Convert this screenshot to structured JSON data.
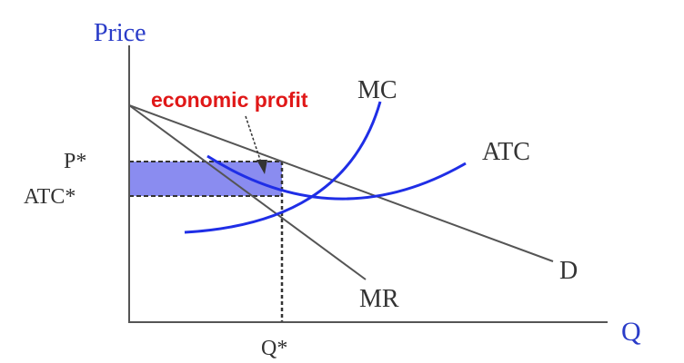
{
  "labels": {
    "price_axis": "Price",
    "quantity_axis": "Q",
    "p_star": "P*",
    "atc_star": "ATC*",
    "q_star": "Q*",
    "mc": "MC",
    "atc": "ATC",
    "demand": "D",
    "mr": "MR",
    "annotation": "economic profit"
  },
  "colors": {
    "axis_label_blue": "#2a3cc8",
    "curve_blue": "#1f2ee6",
    "line_dark": "#555555",
    "profit_fill": "#8a8cf0",
    "annotation_red": "#e01818",
    "text_dark": "#333333"
  }
}
